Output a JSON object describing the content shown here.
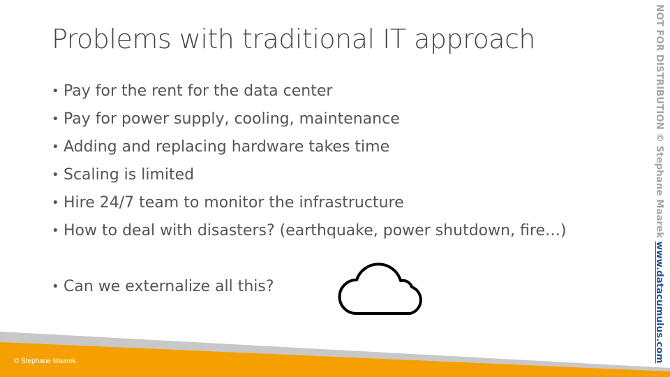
{
  "slide": {
    "title": "Problems with traditional IT approach",
    "bullets": [
      "Pay for the rent for the data center",
      "Pay for power supply, cooling, maintenance",
      "Adding and replacing hardware takes time",
      "Scaling is limited",
      "Hire 24/7 team to monitor the infrastructure",
      "How to deal with disasters? (earthquake, power shutdown, fire…)",
      "Can we externalize all this?"
    ],
    "bullet_glyph": "•",
    "cloud_icon": "cloud-icon"
  },
  "footer": {
    "copyright": "© Stephane Maarek",
    "band_colors": {
      "gray": "#c8c8c8",
      "orange": "#f5a000"
    }
  },
  "side": {
    "notice": "NOT FOR DISTRIBUTION © Stephane Maarek ",
    "link": "www.datacumulus.com",
    "link_color": "#1f4e9c"
  }
}
